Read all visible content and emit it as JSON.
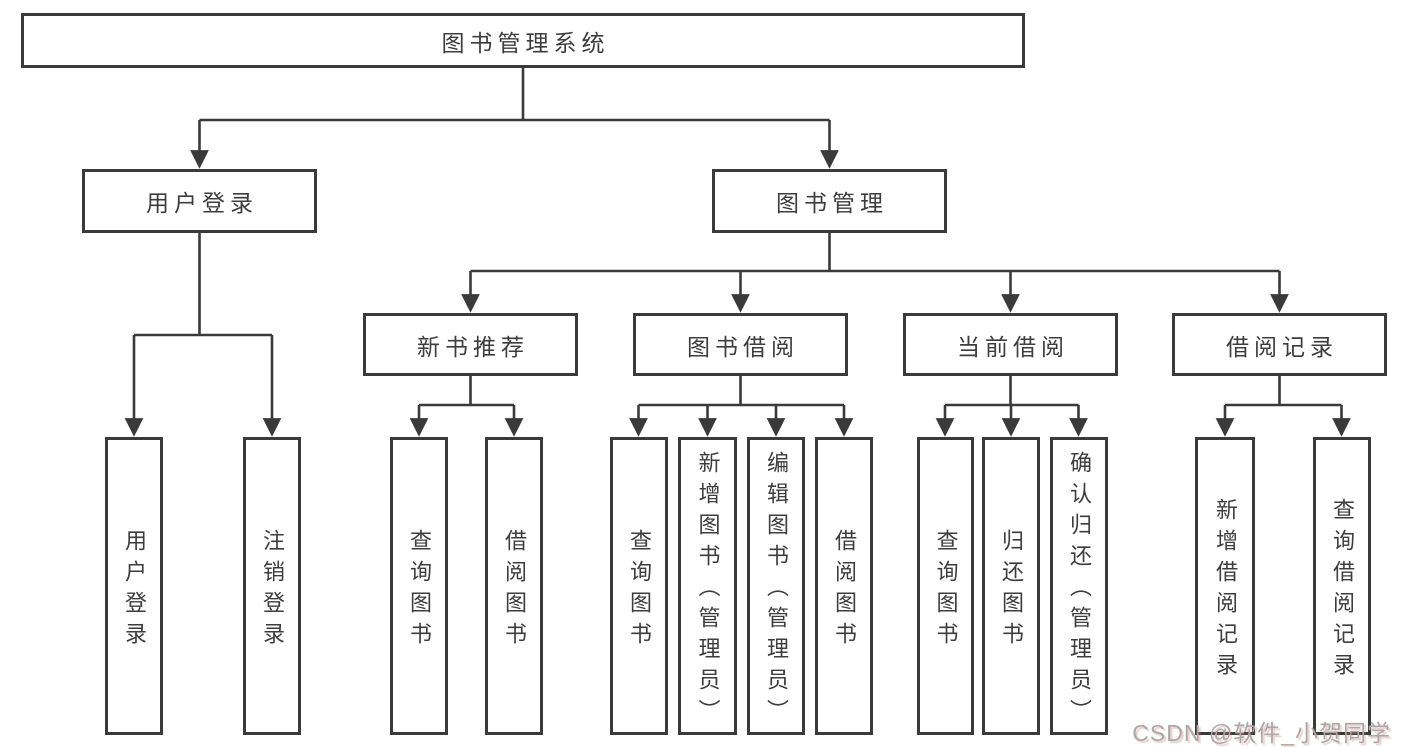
{
  "tree": {
    "label": "图书管理系统",
    "children": [
      {
        "label": "用户登录",
        "children": [
          {
            "label": "用户登录"
          },
          {
            "label": "注销登录"
          }
        ]
      },
      {
        "label": "图书管理",
        "children": [
          {
            "label": "新书推荐",
            "children": [
              {
                "label": "查询图书"
              },
              {
                "label": "借阅图书"
              }
            ]
          },
          {
            "label": "图书借阅",
            "children": [
              {
                "label": "查询图书"
              },
              {
                "label": "新增图书（管理员）"
              },
              {
                "label": "编辑图书（管理员）"
              },
              {
                "label": "借阅图书"
              }
            ]
          },
          {
            "label": "当前借阅",
            "children": [
              {
                "label": "查询图书"
              },
              {
                "label": "归还图书"
              },
              {
                "label": "确认归还（管理员）"
              }
            ]
          },
          {
            "label": "借阅记录",
            "children": [
              {
                "label": "新增借阅记录"
              },
              {
                "label": "查询借阅记录"
              }
            ]
          }
        ]
      }
    ]
  },
  "watermark": {
    "text": "CSDN @软件_小贺同学"
  },
  "colors": {
    "line": "#3a3a3a",
    "text": "#3d3d3d",
    "background": "#ffffff",
    "watermark_gray": "#a8a8a8",
    "watermark_shadow_red": "#cd6969"
  }
}
